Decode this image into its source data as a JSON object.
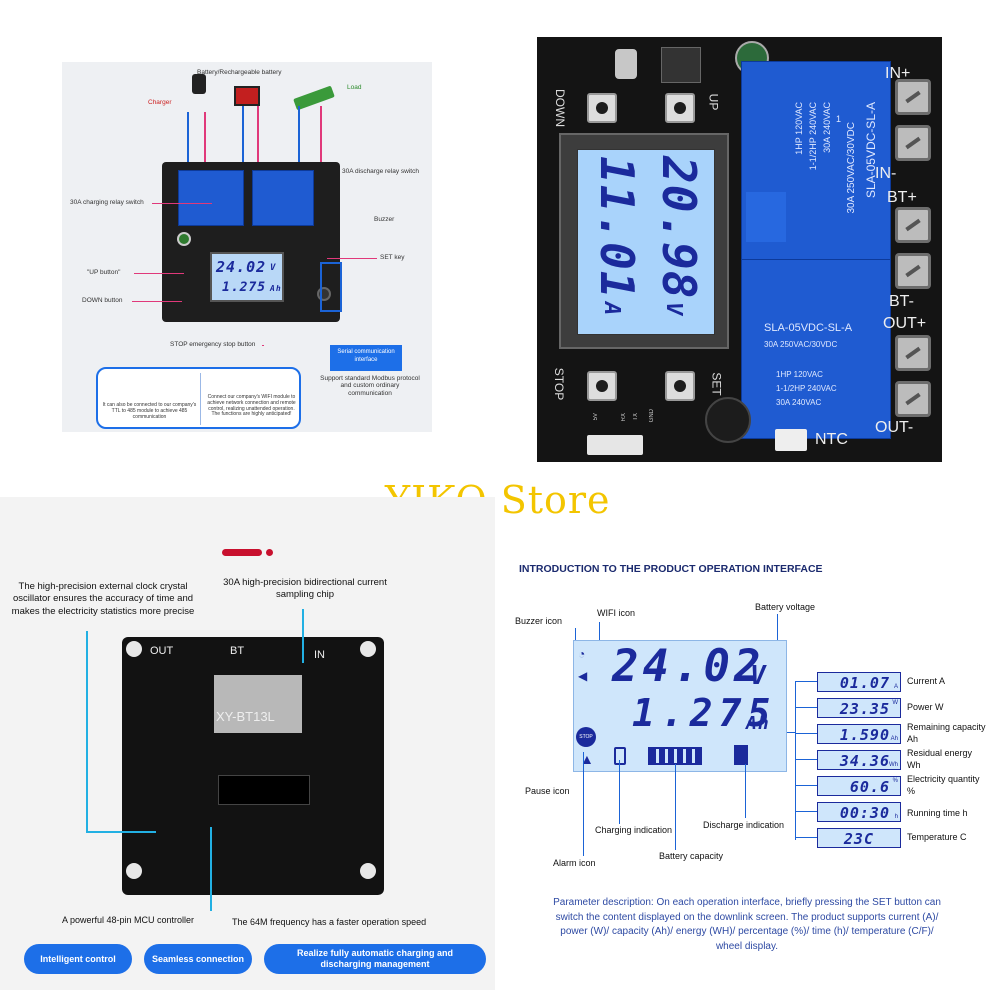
{
  "watermark": "YIKO Store",
  "wiring_panel": {
    "labels": {
      "battery": "Battery/Rechargeable battery",
      "charger": "Charger",
      "load": "Load",
      "charging_relay": "30A charging relay switch",
      "discharge_relay": "30A discharge relay switch",
      "buzzer": "Buzzer",
      "set_key": "SET key",
      "up_button": "\"UP button\"",
      "down_button": "DOWN button",
      "stop_button": "STOP emergency stop button",
      "serial_title": "Serial communication interface",
      "serial_desc": "Support standard Modbus protocol and custom ordinary communication",
      "ttl_desc": "It can also be connected to our company's TTL to 485 module to achieve 485 communication",
      "wifi_desc": "Connect our company's WIFI module to achieve network connection and remote control, realizing unattended operation. The functions are highly anticipated!"
    },
    "lcd": {
      "voltage": "24.02",
      "voltage_unit": "V",
      "capacity": "1.275",
      "capacity_unit": "Ah"
    }
  },
  "board_panel": {
    "terminals": [
      "IN+",
      "IN-",
      "BT+",
      "BT-",
      "OUT+",
      "OUT-"
    ],
    "buttons": {
      "down": "DOWN",
      "up": "UP",
      "stop": "STOP",
      "set": "SET"
    },
    "relay_label": "SLA-05VDC-SL-A",
    "relay_ratings": [
      "30A 250VAC/30VDC",
      "1HP 120VAC",
      "1-1/2HP 240VAC",
      "30A 240VAC"
    ],
    "relay_top_ratings": [
      "1HP 120VAC",
      "1-1/2HP 240VAC",
      "30A 240VAC"
    ],
    "relay_top_number": "1",
    "ntc": "NTC",
    "pins": [
      "5V",
      "RX",
      "TX",
      "GND"
    ],
    "lcd": {
      "top": "20.98",
      "top_unit": "V",
      "bottom": "11.01",
      "bottom_unit": "A"
    }
  },
  "back_panel": {
    "model": "XY-BT13L",
    "terminals": [
      "OUT",
      "BT",
      "IN"
    ],
    "notes": {
      "crystal": "The high-precision external clock crystal oscillator ensures the accuracy of time and makes the electricity statistics more precise",
      "sampling": "30A high-precision bidirectional current sampling chip",
      "mcu": "A powerful 48-pin MCU controller",
      "frequency": "The 64M frequency has a faster operation speed"
    },
    "pills": [
      "Intelligent control",
      "Seamless connection",
      "Realize fully automatic charging and discharging management"
    ]
  },
  "lcd_panel": {
    "heading": "INTRODUCTION TO THE PRODUCT OPERATION INTERFACE",
    "labels": {
      "buzzer_icon": "Buzzer icon",
      "wifi_icon": "WIFI icon",
      "battery_voltage": "Battery voltage",
      "pause_icon": "Pause icon",
      "alarm_icon": "Alarm icon",
      "charging_indication": "Charging indication",
      "battery_capacity": "Battery capacity",
      "discharge_indication": "Discharge indication"
    },
    "main": {
      "voltage": "24.02",
      "voltage_unit": "V",
      "capacity": "1.275",
      "capacity_unit": "Ah"
    },
    "stop_text": "STOP",
    "readouts": [
      {
        "value": "01.07",
        "unit": "A",
        "label": "Current A"
      },
      {
        "value": "23.35",
        "unit": "W",
        "label": "Power W"
      },
      {
        "value": "1.590",
        "unit": "Ah",
        "label": "Remaining capacity Ah"
      },
      {
        "value": "34.36",
        "unit": "Wh",
        "label": "Residual energy Wh"
      },
      {
        "value": "60.6",
        "unit": "%",
        "label": "Electricity quantity %"
      },
      {
        "value": "00:30",
        "unit": "h",
        "label": "Running time h"
      },
      {
        "value": "23C",
        "unit": "",
        "label": "Temperature C"
      }
    ],
    "description": "Parameter description: On each operation interface, briefly pressing the SET button can switch the content displayed on the downlink screen. The product supports current (A)/ power (W)/ capacity (Ah)/ energy (WH)/ percentage (%)/ time (h)/ temperature (C/F)/ wheel display."
  }
}
